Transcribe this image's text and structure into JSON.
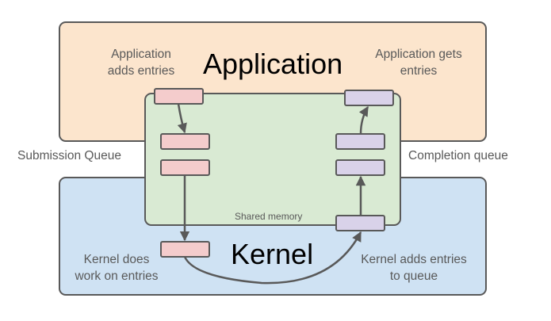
{
  "diagram": {
    "application_box": {
      "title": "Application",
      "fill": "#fce5cd"
    },
    "kernel_box": {
      "title": "Kernel",
      "fill": "#cfe2f3"
    },
    "shared_memory": {
      "label": "Shared memory",
      "fill": "#d9ead3"
    },
    "labels": {
      "app_adds_line1": "Application",
      "app_adds_line2": "adds entries",
      "app_gets_line1": "Application gets",
      "app_gets_line2": "entries",
      "submission_queue": "Submission Queue",
      "completion_queue": "Completion queue",
      "kernel_does_line1": "Kernel does",
      "kernel_does_line2": "work on entries",
      "kernel_adds_line1": "Kernel adds entries",
      "kernel_adds_line2": "to queue"
    },
    "colors": {
      "submission_entry": "#f4cccc",
      "completion_entry": "#d9d2e9",
      "stroke": "#595959"
    }
  }
}
